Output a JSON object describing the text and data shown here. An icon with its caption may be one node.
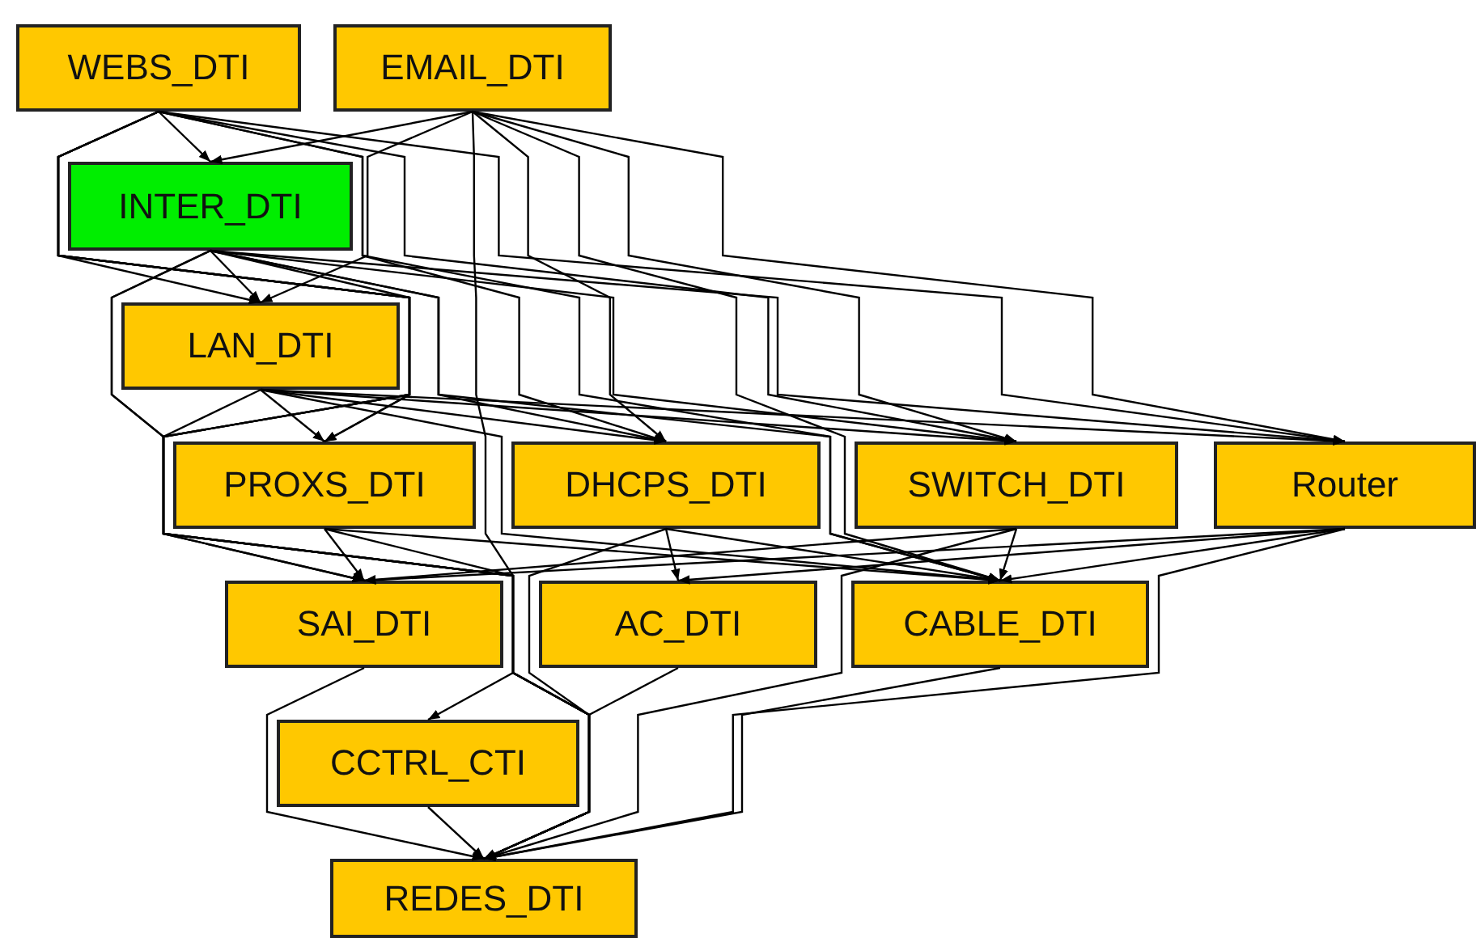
{
  "diagram": {
    "nodes": [
      {
        "text": [
          "WEBS_DTI"
        ]
      },
      {
        "text": [
          "EMAIL_DTI"
        ]
      },
      {
        "text": [
          "INTER_DTI"
        ]
      },
      {
        "text": [
          "LAN_DTI"
        ]
      },
      {
        "text": [
          "PROXS_DTI"
        ]
      },
      {
        "text": [
          "DHCPS_DTI"
        ]
      },
      {
        "text": [
          "SWITCH_DTI"
        ]
      },
      {
        "text": [
          "Router"
        ]
      },
      {
        "text": [
          "SAI_DTI"
        ]
      },
      {
        "text": [
          "AC_DTI"
        ]
      },
      {
        "text": [
          "CABLE_DTI"
        ]
      },
      {
        "text": [
          "CCTRL_CTI"
        ]
      },
      {
        "text": [
          "REDES_DTI"
        ]
      }
    ],
    "edges": [
      {
        "from": 0,
        "to": 2,
        "arrow": "to"
      },
      {
        "from": 0,
        "to": 3,
        "arrow": "to"
      },
      {
        "from": 0,
        "to": 4,
        "arrow": "to"
      },
      {
        "from": 0,
        "to": 5,
        "arrow": "to"
      },
      {
        "from": 0,
        "to": 6,
        "arrow": "to"
      },
      {
        "from": 0,
        "to": 7,
        "arrow": "to"
      },
      {
        "from": 0,
        "to": 8,
        "arrow": "to"
      },
      {
        "from": 0,
        "to": 10,
        "arrow": "to"
      },
      {
        "from": 0,
        "to": 11,
        "arrow": "to"
      },
      {
        "from": 0,
        "to": 12,
        "arrow": "to"
      },
      {
        "from": 1,
        "to": 2,
        "arrow": "to"
      },
      {
        "from": 1,
        "to": 3,
        "arrow": "to"
      },
      {
        "from": 1,
        "to": 5,
        "arrow": "to"
      },
      {
        "from": 1,
        "to": 6,
        "arrow": "to"
      },
      {
        "from": 1,
        "to": 7,
        "arrow": "to"
      },
      {
        "from": 1,
        "to": 10,
        "arrow": "to"
      },
      {
        "from": 1,
        "to": 12,
        "arrow": "to"
      },
      {
        "from": 2,
        "to": 3,
        "arrow": "to"
      },
      {
        "from": 2,
        "to": 4,
        "arrow": "to"
      },
      {
        "from": 2,
        "to": 5,
        "arrow": "to"
      },
      {
        "from": 2,
        "to": 6,
        "arrow": "to"
      },
      {
        "from": 2,
        "to": 7,
        "arrow": "to"
      },
      {
        "from": 2,
        "to": 8,
        "arrow": "to"
      },
      {
        "from": 2,
        "to": 10,
        "arrow": "to"
      },
      {
        "from": 2,
        "to": 12,
        "arrow": "to"
      },
      {
        "from": 3,
        "to": 4,
        "arrow": "to"
      },
      {
        "from": 3,
        "to": 5,
        "arrow": "to"
      },
      {
        "from": 3,
        "to": 6,
        "arrow": "to"
      },
      {
        "from": 3,
        "to": 7,
        "arrow": "to"
      },
      {
        "from": 3,
        "to": 10,
        "arrow": "to"
      },
      {
        "from": 3,
        "to": 12,
        "arrow": "to"
      },
      {
        "from": 4,
        "to": 8,
        "arrow": "to"
      },
      {
        "from": 4,
        "to": 10,
        "arrow": "to"
      },
      {
        "from": 4,
        "to": 12,
        "arrow": "to"
      },
      {
        "from": 5,
        "to": 9,
        "arrow": "to"
      },
      {
        "from": 5,
        "to": 10,
        "arrow": "to"
      },
      {
        "from": 5,
        "to": 12,
        "arrow": "to"
      },
      {
        "from": 6,
        "to": 8,
        "arrow": "to"
      },
      {
        "from": 6,
        "to": 10,
        "arrow": "to"
      },
      {
        "from": 6,
        "to": 12,
        "arrow": "to"
      },
      {
        "from": 7,
        "to": 8,
        "arrow": "to"
      },
      {
        "from": 7,
        "to": 9,
        "arrow": "to"
      },
      {
        "from": 7,
        "to": 10,
        "arrow": "to"
      },
      {
        "from": 7,
        "to": 12,
        "arrow": "to"
      },
      {
        "from": 8,
        "to": 12,
        "arrow": "to"
      },
      {
        "from": 9,
        "to": 12,
        "arrow": "to"
      },
      {
        "from": 10,
        "to": 12,
        "arrow": "to"
      },
      {
        "from": 11,
        "to": 12,
        "arrow": "to"
      }
    ]
  }
}
